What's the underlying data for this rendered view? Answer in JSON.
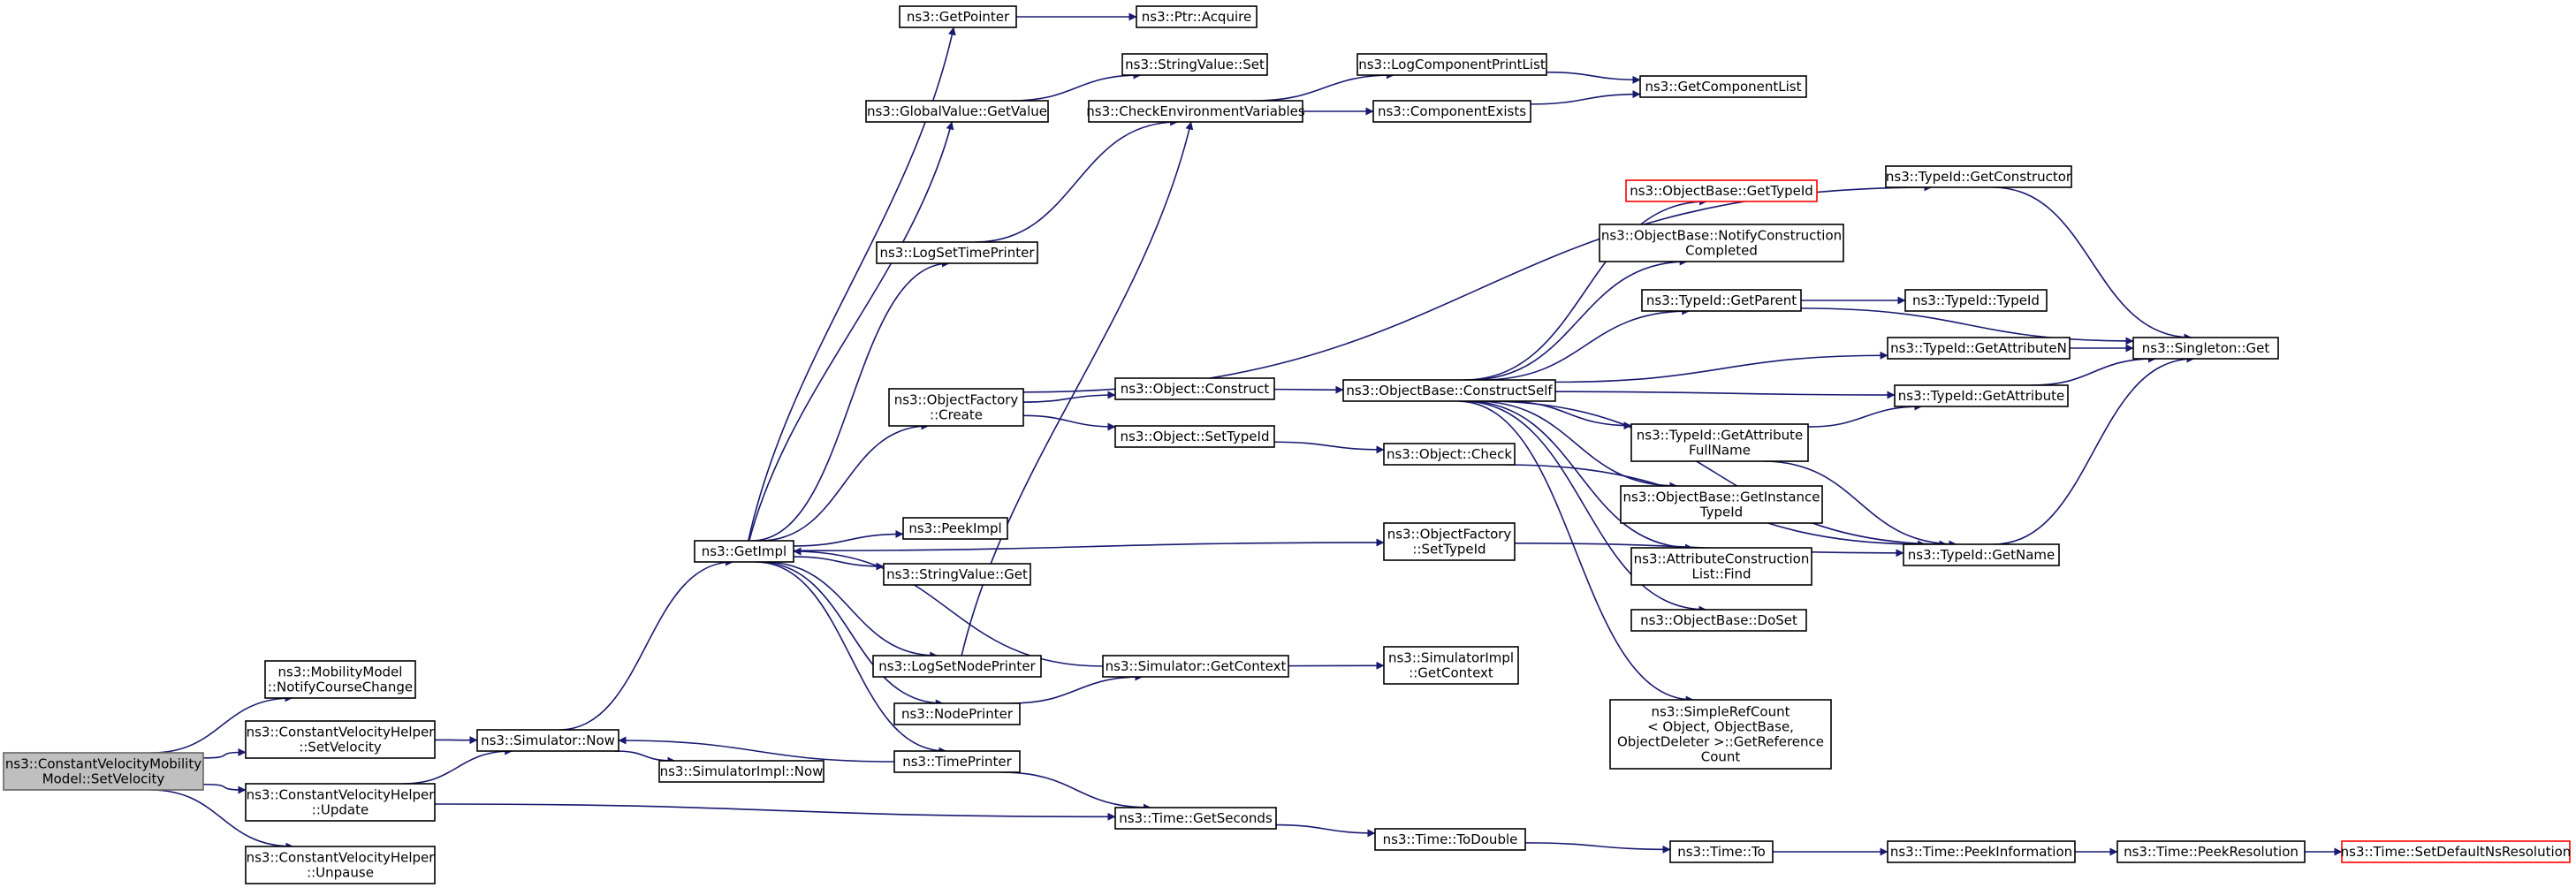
{
  "colors": {
    "edge": "#191970",
    "node_border": "#000000",
    "node_fill": "#ffffff",
    "root_fill": "#bfbfbf",
    "root_border": "#666666",
    "truncated_border": "#ff0000"
  },
  "nodes": [
    {
      "id": "n_root",
      "lines": [
        "ns3::ConstantVelocityMobility",
        "Model::SetVelocity"
      ],
      "style": "root"
    },
    {
      "id": "n_notify_course",
      "lines": [
        "ns3::MobilityModel",
        "::NotifyCourseChange"
      ]
    },
    {
      "id": "n_cvh_setvel",
      "lines": [
        "ns3::ConstantVelocityHelper",
        "::SetVelocity"
      ]
    },
    {
      "id": "n_cvh_update",
      "lines": [
        "ns3::ConstantVelocityHelper",
        "::Update"
      ]
    },
    {
      "id": "n_cvh_unpause",
      "lines": [
        "ns3::ConstantVelocityHelper",
        "::Unpause"
      ]
    },
    {
      "id": "n_sim_now",
      "lines": [
        "ns3::Simulator::Now"
      ]
    },
    {
      "id": "n_simimpl_now",
      "lines": [
        "ns3::SimulatorImpl::Now"
      ]
    },
    {
      "id": "n_getimpl",
      "lines": [
        "ns3::GetImpl"
      ]
    },
    {
      "id": "n_getpointer",
      "lines": [
        "ns3::GetPointer"
      ]
    },
    {
      "id": "n_ptr_acquire",
      "lines": [
        "ns3::Ptr::Acquire"
      ]
    },
    {
      "id": "n_stringvalue_set",
      "lines": [
        "ns3::StringValue::Set"
      ]
    },
    {
      "id": "n_globalvalue_getvalue",
      "lines": [
        "ns3::GlobalValue::GetValue"
      ]
    },
    {
      "id": "n_check_env",
      "lines": [
        "ns3::CheckEnvironmentVariables"
      ]
    },
    {
      "id": "n_logcomp_print",
      "lines": [
        "ns3::LogComponentPrintList"
      ]
    },
    {
      "id": "n_comp_exists",
      "lines": [
        "ns3::ComponentExists"
      ]
    },
    {
      "id": "n_get_comp_list",
      "lines": [
        "ns3::GetComponentList"
      ]
    },
    {
      "id": "n_logset_timeprinter",
      "lines": [
        "ns3::LogSetTimePrinter"
      ]
    },
    {
      "id": "n_objfactory_create",
      "lines": [
        "ns3::ObjectFactory",
        "::Create"
      ]
    },
    {
      "id": "n_typeid_getconstructor",
      "lines": [
        "ns3::TypeId::GetConstructor"
      ]
    },
    {
      "id": "n_objbase_gettypeid",
      "lines": [
        "ns3::ObjectBase::GetTypeId"
      ],
      "style": "truncated"
    },
    {
      "id": "n_objbase_notify",
      "lines": [
        "ns3::ObjectBase::NotifyConstruction",
        "Completed"
      ]
    },
    {
      "id": "n_typeid_getparent",
      "lines": [
        "ns3::TypeId::GetParent"
      ]
    },
    {
      "id": "n_typeid_typeid",
      "lines": [
        "ns3::TypeId::TypeId"
      ]
    },
    {
      "id": "n_typeid_getattrn",
      "lines": [
        "ns3::TypeId::GetAttributeN"
      ]
    },
    {
      "id": "n_singleton_get",
      "lines": [
        "ns3::Singleton::Get"
      ]
    },
    {
      "id": "n_object_construct",
      "lines": [
        "ns3::Object::Construct"
      ]
    },
    {
      "id": "n_objbase_constructself",
      "lines": [
        "ns3::ObjectBase::ConstructSelf"
      ]
    },
    {
      "id": "n_typeid_getattr",
      "lines": [
        "ns3::TypeId::GetAttribute"
      ]
    },
    {
      "id": "n_object_settypeid",
      "lines": [
        "ns3::Object::SetTypeId"
      ]
    },
    {
      "id": "n_object_check",
      "lines": [
        "ns3::Object::Check"
      ]
    },
    {
      "id": "n_typeid_getattrfull",
      "lines": [
        "ns3::TypeId::GetAttribute",
        "FullName"
      ]
    },
    {
      "id": "n_objbase_getinstance",
      "lines": [
        "ns3::ObjectBase::GetInstance",
        "TypeId"
      ]
    },
    {
      "id": "n_peekimpl",
      "lines": [
        "ns3::PeekImpl"
      ]
    },
    {
      "id": "n_stringvalue_get",
      "lines": [
        "ns3::StringValue::Get"
      ]
    },
    {
      "id": "n_objfactory_settypeid",
      "lines": [
        "ns3::ObjectFactory",
        "::SetTypeId"
      ]
    },
    {
      "id": "n_attrconstruct_find",
      "lines": [
        "ns3::AttributeConstruction",
        "List::Find"
      ]
    },
    {
      "id": "n_typeid_getname",
      "lines": [
        "ns3::TypeId::GetName"
      ]
    },
    {
      "id": "n_objbase_doset",
      "lines": [
        "ns3::ObjectBase::DoSet"
      ]
    },
    {
      "id": "n_logset_nodeprinter",
      "lines": [
        "ns3::LogSetNodePrinter"
      ]
    },
    {
      "id": "n_sim_getcontext",
      "lines": [
        "ns3::Simulator::GetContext"
      ]
    },
    {
      "id": "n_simimpl_getcontext",
      "lines": [
        "ns3::SimulatorImpl",
        "::GetContext"
      ]
    },
    {
      "id": "n_nodeprinter",
      "lines": [
        "ns3::NodePrinter"
      ]
    },
    {
      "id": "n_simplerefcount",
      "lines": [
        "ns3::SimpleRefCount",
        "< Object, ObjectBase,",
        "ObjectDeleter >::GetReference",
        "Count"
      ]
    },
    {
      "id": "n_timeprinter",
      "lines": [
        "ns3::TimePrinter"
      ]
    },
    {
      "id": "n_time_getseconds",
      "lines": [
        "ns3::Time::GetSeconds"
      ]
    },
    {
      "id": "n_time_todouble",
      "lines": [
        "ns3::Time::ToDouble"
      ]
    },
    {
      "id": "n_time_to",
      "lines": [
        "ns3::Time::To"
      ]
    },
    {
      "id": "n_time_peekinfo",
      "lines": [
        "ns3::Time::PeekInformation"
      ]
    },
    {
      "id": "n_time_peekres",
      "lines": [
        "ns3::Time::PeekResolution"
      ]
    },
    {
      "id": "n_time_setdefault",
      "lines": [
        "ns3::Time::SetDefaultNsResolution"
      ],
      "style": "truncated"
    }
  ],
  "edges": [
    [
      "n_root",
      "n_notify_course"
    ],
    [
      "n_root",
      "n_cvh_setvel"
    ],
    [
      "n_root",
      "n_cvh_update"
    ],
    [
      "n_root",
      "n_cvh_unpause"
    ],
    [
      "n_cvh_setvel",
      "n_sim_now"
    ],
    [
      "n_cvh_update",
      "n_sim_now"
    ],
    [
      "n_cvh_update",
      "n_time_getseconds"
    ],
    [
      "n_sim_now",
      "n_getimpl"
    ],
    [
      "n_sim_now",
      "n_simimpl_now"
    ],
    [
      "n_timeprinter",
      "n_sim_now"
    ],
    [
      "n_getimpl",
      "n_getpointer"
    ],
    [
      "n_getimpl",
      "n_globalvalue_getvalue"
    ],
    [
      "n_getimpl",
      "n_logset_timeprinter"
    ],
    [
      "n_getimpl",
      "n_objfactory_create"
    ],
    [
      "n_getimpl",
      "n_objfactory_settypeid"
    ],
    [
      "n_getimpl",
      "n_peekimpl"
    ],
    [
      "n_getimpl",
      "n_stringvalue_get"
    ],
    [
      "n_getimpl",
      "n_logset_nodeprinter"
    ],
    [
      "n_getimpl",
      "n_nodeprinter"
    ],
    [
      "n_getimpl",
      "n_timeprinter"
    ],
    [
      "n_sim_getcontext",
      "n_getimpl"
    ],
    [
      "n_getpointer",
      "n_ptr_acquire"
    ],
    [
      "n_globalvalue_getvalue",
      "n_stringvalue_set"
    ],
    [
      "n_logset_timeprinter",
      "n_check_env"
    ],
    [
      "n_check_env",
      "n_logcomp_print"
    ],
    [
      "n_check_env",
      "n_comp_exists"
    ],
    [
      "n_logcomp_print",
      "n_get_comp_list"
    ],
    [
      "n_comp_exists",
      "n_get_comp_list"
    ],
    [
      "n_objfactory_create",
      "n_typeid_getconstructor"
    ],
    [
      "n_objfactory_create",
      "n_object_construct"
    ],
    [
      "n_objfactory_create",
      "n_object_settypeid"
    ],
    [
      "n_object_construct",
      "n_objbase_constructself"
    ],
    [
      "n_object_settypeid",
      "n_object_check"
    ],
    [
      "n_objbase_constructself",
      "n_objbase_gettypeid"
    ],
    [
      "n_objbase_constructself",
      "n_objbase_notify"
    ],
    [
      "n_objbase_constructself",
      "n_typeid_getparent"
    ],
    [
      "n_objbase_constructself",
      "n_typeid_getattrn"
    ],
    [
      "n_objbase_constructself",
      "n_typeid_getattr"
    ],
    [
      "n_objbase_constructself",
      "n_typeid_getattrfull"
    ],
    [
      "n_objbase_constructself",
      "n_objbase_getinstance"
    ],
    [
      "n_objbase_constructself",
      "n_attrconstruct_find"
    ],
    [
      "n_objbase_constructself",
      "n_objbase_doset"
    ],
    [
      "n_objbase_constructself",
      "n_typeid_getname"
    ],
    [
      "n_objbase_constructself",
      "n_simplerefcount"
    ],
    [
      "n_typeid_getparent",
      "n_typeid_typeid"
    ],
    [
      "n_typeid_getparent",
      "n_singleton_get"
    ],
    [
      "n_typeid_getattrn",
      "n_singleton_get"
    ],
    [
      "n_typeid_getattr",
      "n_singleton_get"
    ],
    [
      "n_typeid_getconstructor",
      "n_singleton_get"
    ],
    [
      "n_typeid_getattrfull",
      "n_typeid_getattr"
    ],
    [
      "n_typeid_getattrfull",
      "n_typeid_getname"
    ],
    [
      "n_typeid_getname",
      "n_singleton_get"
    ],
    [
      "n_object_check",
      "n_typeid_getname"
    ],
    [
      "n_objfactory_settypeid",
      "n_typeid_getname"
    ],
    [
      "n_logset_nodeprinter",
      "n_check_env"
    ],
    [
      "n_nodeprinter",
      "n_sim_getcontext"
    ],
    [
      "n_sim_getcontext",
      "n_simimpl_getcontext"
    ],
    [
      "n_timeprinter",
      "n_time_getseconds"
    ],
    [
      "n_time_getseconds",
      "n_time_todouble"
    ],
    [
      "n_time_todouble",
      "n_time_to"
    ],
    [
      "n_time_to",
      "n_time_peekinfo"
    ],
    [
      "n_time_peekinfo",
      "n_time_peekres"
    ],
    [
      "n_time_peekres",
      "n_time_setdefault"
    ]
  ]
}
